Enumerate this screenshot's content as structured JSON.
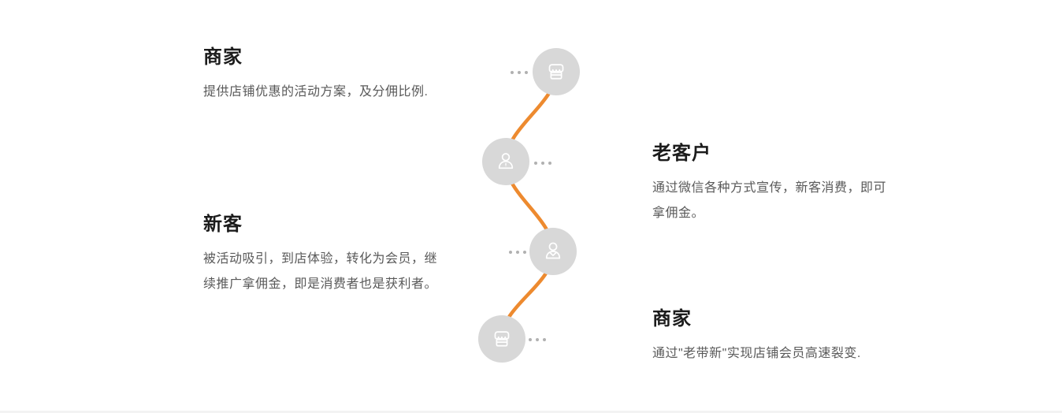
{
  "colors": {
    "line_orange": "#ed8a2f",
    "circle_gray": "#d8d8d8",
    "icon_stroke": "#ffffff",
    "heading_text": "#1c1c1c",
    "body_text": "#595959",
    "dots_gray": "#b1b1b1",
    "bottom_divider": "#f3f3f3",
    "background": "#ffffff"
  },
  "steps": [
    {
      "title": "商家",
      "desc": "提供店铺优惠的活动方案，及分佣比例.",
      "icon": "storefront-icon",
      "text_side": "left"
    },
    {
      "title": "老客户",
      "desc": "通过微信各种方式宣传，新客消费，即可\n拿佣金。",
      "icon": "person-tie-icon",
      "text_side": "right"
    },
    {
      "title": "新客",
      "desc": "被活动吸引，到店体验，转化为会员，继\n续推广拿佣金，即是消费者也是获利者。",
      "icon": "person-suit-icon",
      "text_side": "left"
    },
    {
      "title": "商家",
      "desc": "通过\"老带新\"实现店铺会员高速裂变.",
      "icon": "storefront-icon",
      "text_side": "right"
    }
  ]
}
